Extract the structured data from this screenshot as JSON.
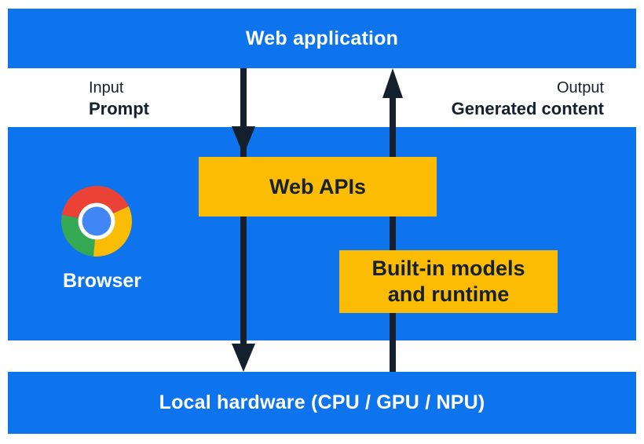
{
  "colors": {
    "panel_blue": "#0d74ed",
    "box_yellow": "#fcbc04",
    "ink_navy": "#15202f",
    "text_white": "#ffffff",
    "chrome_red": "#ea4335",
    "chrome_yellow": "#fbbc05",
    "chrome_green": "#34a853",
    "chrome_blue": "#4285f4"
  },
  "top_bar": {
    "label": "Web application"
  },
  "flow": {
    "input_label": "Input",
    "input_value": "Prompt",
    "output_label": "Output",
    "output_value": "Generated content"
  },
  "browser_panel": {
    "browser_label": "Browser",
    "web_apis_box_label": "Web APIs",
    "builtin_box_line1": "Built-in models",
    "builtin_box_line2": "and runtime"
  },
  "bottom_bar": {
    "label": "Local hardware (CPU / GPU / NPU)"
  }
}
